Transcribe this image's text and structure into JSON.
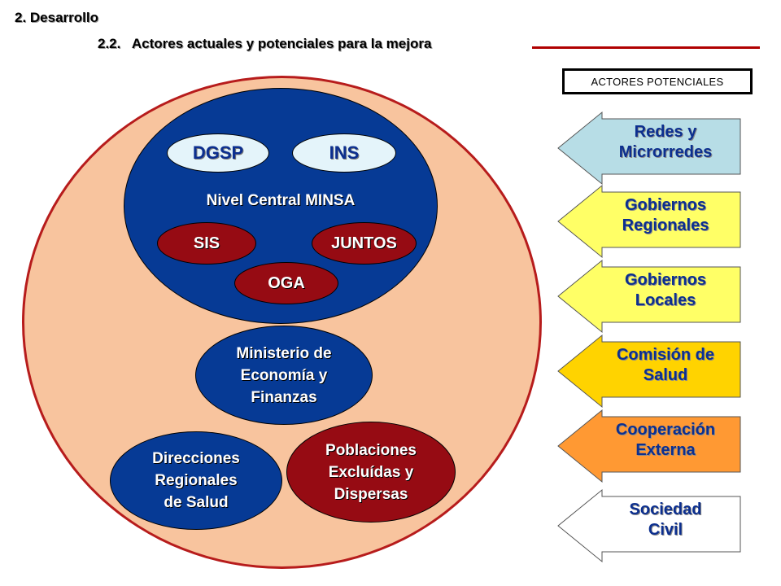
{
  "header": {
    "section": "2. Desarrollo",
    "subsection": "2.2.   Actores actuales y potenciales para la mejora"
  },
  "potential_label": "ACTORES POTENCIALES",
  "current": {
    "central": {
      "label": "Nivel Central MINSA",
      "top_units": [
        "DGSP",
        "INS"
      ],
      "bottom_units": [
        "SIS",
        "JUNTOS",
        "OGA"
      ]
    },
    "mef": [
      "Ministerio de",
      "Economía y",
      "Finanzas"
    ],
    "diresa": [
      "Direcciones",
      "Regionales",
      "de Salud"
    ],
    "poblaciones": [
      "Poblaciones",
      "Excluídas y",
      "Dispersas"
    ]
  },
  "potential": [
    {
      "lines": [
        "Redes y",
        "Microrredes"
      ],
      "color": "#b7dde6"
    },
    {
      "lines": [
        "Gobiernos",
        "Regionales"
      ],
      "color": "#ffff66"
    },
    {
      "lines": [
        "Gobiernos",
        "Locales"
      ],
      "color": "#ffff66"
    },
    {
      "lines": [
        "Comisión de",
        "Salud"
      ],
      "color": "#ffd300"
    },
    {
      "lines": [
        "Cooperación",
        "Externa"
      ],
      "color": "#ff9933"
    },
    {
      "lines": [
        "Sociedad",
        "Civil"
      ],
      "color": "#ffffff"
    }
  ],
  "colors": {
    "circle_fill": "#f8c49e",
    "circle_border": "#b71c1c",
    "navy": "#063a95",
    "dark_red": "#960b13",
    "light_pill": "#e4f4fa",
    "label_blue": "#0c2f8f"
  }
}
